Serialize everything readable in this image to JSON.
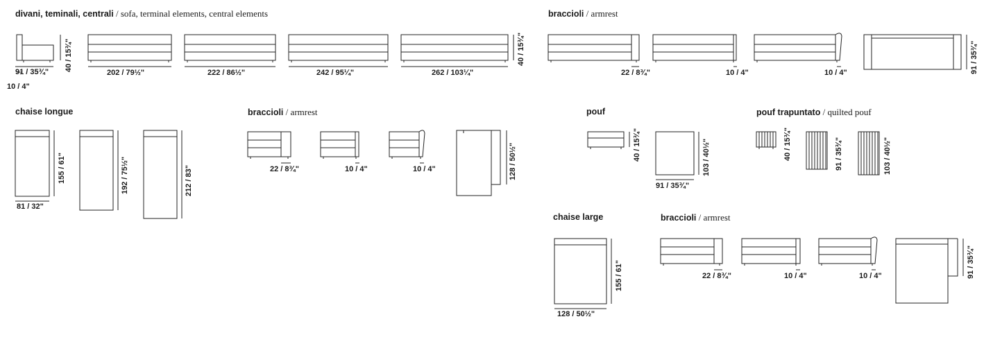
{
  "headings": {
    "sofa": {
      "it": "divani, teminali, centrali",
      "en": "sofa, terminal elements,  central elements"
    },
    "armrest1": {
      "it": "braccioli",
      "en": "armrest"
    },
    "chaise_longue": {
      "it": "chaise longue",
      "en": ""
    },
    "armrest2": {
      "it": "braccioli",
      "en": "armrest"
    },
    "pouf": {
      "it": "pouf",
      "en": ""
    },
    "quilted": {
      "it": "pouf trapuntato",
      "en": "quilted pouf"
    },
    "chaise_large": {
      "it": "chaise large",
      "en": ""
    },
    "armrest3": {
      "it": "braccioli",
      "en": "armrest"
    }
  },
  "separator": " / ",
  "dims": {
    "d91_1": "91 / 35¾\"",
    "d10_1": "10 / 4\"",
    "d40_1": "40 / 15¾\"",
    "d202": "202 / 79½\"",
    "d222": "222 / 86½\"",
    "d242": "242 / 95¼\"",
    "d262": "262 / 103¼\"",
    "d40_2": "40 / 15¾\"",
    "a1_22": "22 / 8¾\"",
    "a1_10a": "10 / 4\"",
    "a1_10b": "10 / 4\"",
    "a1_91": "91 / 35¾\"",
    "c155": "155 / 61\"",
    "c81": "81 / 32\"",
    "c192": "192 / 75½\"",
    "c212": "212 / 83\"",
    "a2_22": "22 / 8¾\"",
    "a2_10a": "10 / 4\"",
    "a2_10b": "10 / 4\"",
    "a2_128": "128 / 50½\"",
    "p40": "40 / 15¾\"",
    "p103": "103 / 40½\"",
    "p91": "91 / 35¾\"",
    "q40": "40 / 15¾\"",
    "q91": "91 / 35¾\"",
    "q103": "103 / 40½\"",
    "cl155": "155 / 61\"",
    "cl128": "128 / 50½\"",
    "a3_22": "22 / 8¾\"",
    "a3_10a": "10 / 4\"",
    "a3_10b": "10 / 4\"",
    "a3_91": "91 / 35¾\""
  }
}
